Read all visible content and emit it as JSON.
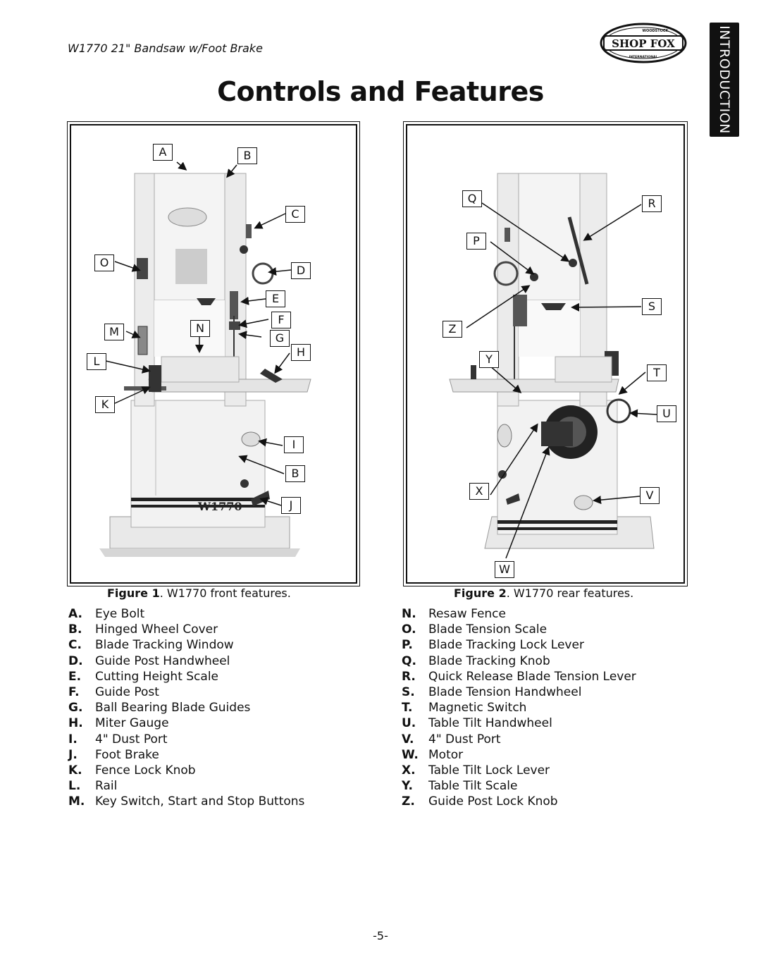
{
  "header": {
    "model_title": "W1770 21\" Bandsaw w/Foot Brake",
    "logo": {
      "brand": "SHOP FOX",
      "top_text": "WOODSTOCK",
      "bottom_text": "INTERNATIONAL"
    },
    "side_tab": "INTRODUCTION"
  },
  "page_title": "Controls and Features",
  "figure1": {
    "caption_label": "Figure 1",
    "caption_text": ". W1770 front features.",
    "machine_badge": "W1770",
    "callouts": [
      "A",
      "B",
      "C",
      "O",
      "D",
      "E",
      "F",
      "M",
      "N",
      "G",
      "L",
      "H",
      "K",
      "I",
      "B",
      "J"
    ]
  },
  "figure2": {
    "caption_label": "Figure 2",
    "caption_text": ". W1770 rear features.",
    "callouts": [
      "Q",
      "R",
      "P",
      "S",
      "Z",
      "Y",
      "T",
      "U",
      "X",
      "V",
      "W"
    ]
  },
  "features_left": [
    {
      "letter": "A.",
      "name": "Eye Bolt"
    },
    {
      "letter": "B.",
      "name": "Hinged Wheel Cover"
    },
    {
      "letter": "C.",
      "name": "Blade Tracking Window"
    },
    {
      "letter": "D.",
      "name": "Guide Post Handwheel"
    },
    {
      "letter": "E.",
      "name": "Cutting Height Scale"
    },
    {
      "letter": "F.",
      "name": "Guide Post"
    },
    {
      "letter": "G.",
      "name": "Ball Bearing Blade Guides"
    },
    {
      "letter": "H.",
      "name": "Miter Gauge"
    },
    {
      "letter": "I.",
      "name": "4\" Dust Port"
    },
    {
      "letter": "J.",
      "name": "Foot Brake"
    },
    {
      "letter": "K.",
      "name": "Fence Lock Knob"
    },
    {
      "letter": "L.",
      "name": "Rail"
    },
    {
      "letter": "M.",
      "name": "Key Switch, Start and Stop Buttons"
    }
  ],
  "features_right": [
    {
      "letter": "N.",
      "name": "Resaw Fence"
    },
    {
      "letter": "O.",
      "name": "Blade Tension Scale"
    },
    {
      "letter": "P.",
      "name": "Blade Tracking Lock Lever"
    },
    {
      "letter": "Q.",
      "name": "Blade Tracking Knob"
    },
    {
      "letter": "R.",
      "name": "Quick Release Blade Tension Lever"
    },
    {
      "letter": "S.",
      "name": "Blade Tension Handwheel"
    },
    {
      "letter": "T.",
      "name": "Magnetic Switch"
    },
    {
      "letter": "U.",
      "name": "Table Tilt Handwheel"
    },
    {
      "letter": "V.",
      "name": "4\" Dust Port"
    },
    {
      "letter": "W.",
      "name": "Motor"
    },
    {
      "letter": "X.",
      "name": "Table Tilt Lock Lever"
    },
    {
      "letter": "Y.",
      "name": "Table Tilt Scale"
    },
    {
      "letter": "Z.",
      "name": "Guide Post Lock Knob"
    }
  ],
  "page_number": "-5-"
}
